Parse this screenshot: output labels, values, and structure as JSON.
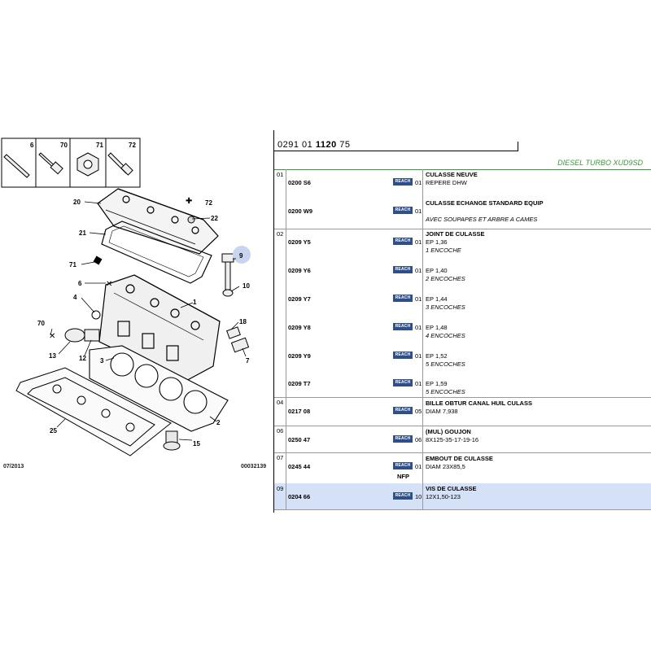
{
  "header": {
    "pn_prefix": "0291 01",
    "pn_bold": "1120",
    "pn_suffix": "75",
    "model": "DIESEL TURBO XUD9SD"
  },
  "diagram": {
    "date": "07/2013",
    "code": "00032139",
    "inset_labels": [
      "6",
      "70",
      "71",
      "72"
    ],
    "callouts": [
      "20",
      "72",
      "22",
      "21",
      "9",
      "71",
      "6",
      "10",
      "4",
      "1",
      "70",
      "18",
      "13",
      "12",
      "7",
      "3",
      "25",
      "2",
      "15"
    ]
  },
  "colors": {
    "reach": "#2f4f8a",
    "model_green": "#3a9a3a",
    "highlight": "#d4e1f6"
  },
  "groups": [
    {
      "num": "01",
      "entries": [
        {
          "ref": "0200 S6",
          "reach": "REACH",
          "qty": "01",
          "desc1": "CULASSE NEUVE",
          "desc2": "REPERE DHW",
          "desc3": ""
        },
        {
          "ref": "0200 W9",
          "reach": "REACH",
          "qty": "01",
          "desc1": "CULASSE ECHANGE STANDARD EQUIP",
          "desc2": "",
          "desc3": "AVEC SOUPAPES ET ARBRE A CAMES"
        }
      ]
    },
    {
      "num": "02",
      "entries": [
        {
          "ref": "0209 Y5",
          "reach": "REACH",
          "qty": "01",
          "desc1": "JOINT DE CULASSE",
          "desc2": "EP 1,36",
          "desc3": "1 ENCOCHE"
        },
        {
          "ref": "0209 Y6",
          "reach": "REACH",
          "qty": "01",
          "desc1": "",
          "desc2": "EP 1,40",
          "desc3": "2 ENCOCHES"
        },
        {
          "ref": "0209 Y7",
          "reach": "REACH",
          "qty": "01",
          "desc1": "",
          "desc2": "EP 1,44",
          "desc3": "3 ENCOCHES"
        },
        {
          "ref": "0209 Y8",
          "reach": "REACH",
          "qty": "01",
          "desc1": "",
          "desc2": "EP 1,48",
          "desc3": "4 ENCOCHES"
        },
        {
          "ref": "0209 Y9",
          "reach": "REACH",
          "qty": "01",
          "desc1": "",
          "desc2": "EP 1,52",
          "desc3": "5 ENCOCHES"
        },
        {
          "ref": "0209 T7",
          "reach": "REACH",
          "qty": "01",
          "desc1": "",
          "desc2": "EP 1,59",
          "desc3": "5 ENCOCHES"
        }
      ]
    },
    {
      "num": "04",
      "entries": [
        {
          "ref": "0217 08",
          "reach": "REACH",
          "qty": "05",
          "desc1": "BILLE OBTUR CANAL HUIL CULASS",
          "desc2": "DIAM 7,938",
          "desc3": ""
        }
      ]
    },
    {
      "num": "06",
      "entries": [
        {
          "ref": "0250 47",
          "reach": "REACH",
          "qty": "06",
          "desc1": "(MUL) GOUJON",
          "desc2": "8X125-35-17-19-16",
          "desc3": ""
        }
      ]
    },
    {
      "num": "07",
      "entries": [
        {
          "ref": "0245 44",
          "reach": "REACH",
          "qty": "01",
          "desc1": "EMBOUT DE CULASSE",
          "desc2": "DIAM 23X85,5",
          "desc3": "",
          "nfp": "NFP"
        }
      ]
    },
    {
      "num": "09",
      "highlight": true,
      "entries": [
        {
          "ref": "0204 66",
          "reach": "REACH",
          "qty": "10",
          "desc1": "VIS DE CULASSE",
          "desc2": "12X1,50-123",
          "desc3": ""
        }
      ]
    }
  ]
}
